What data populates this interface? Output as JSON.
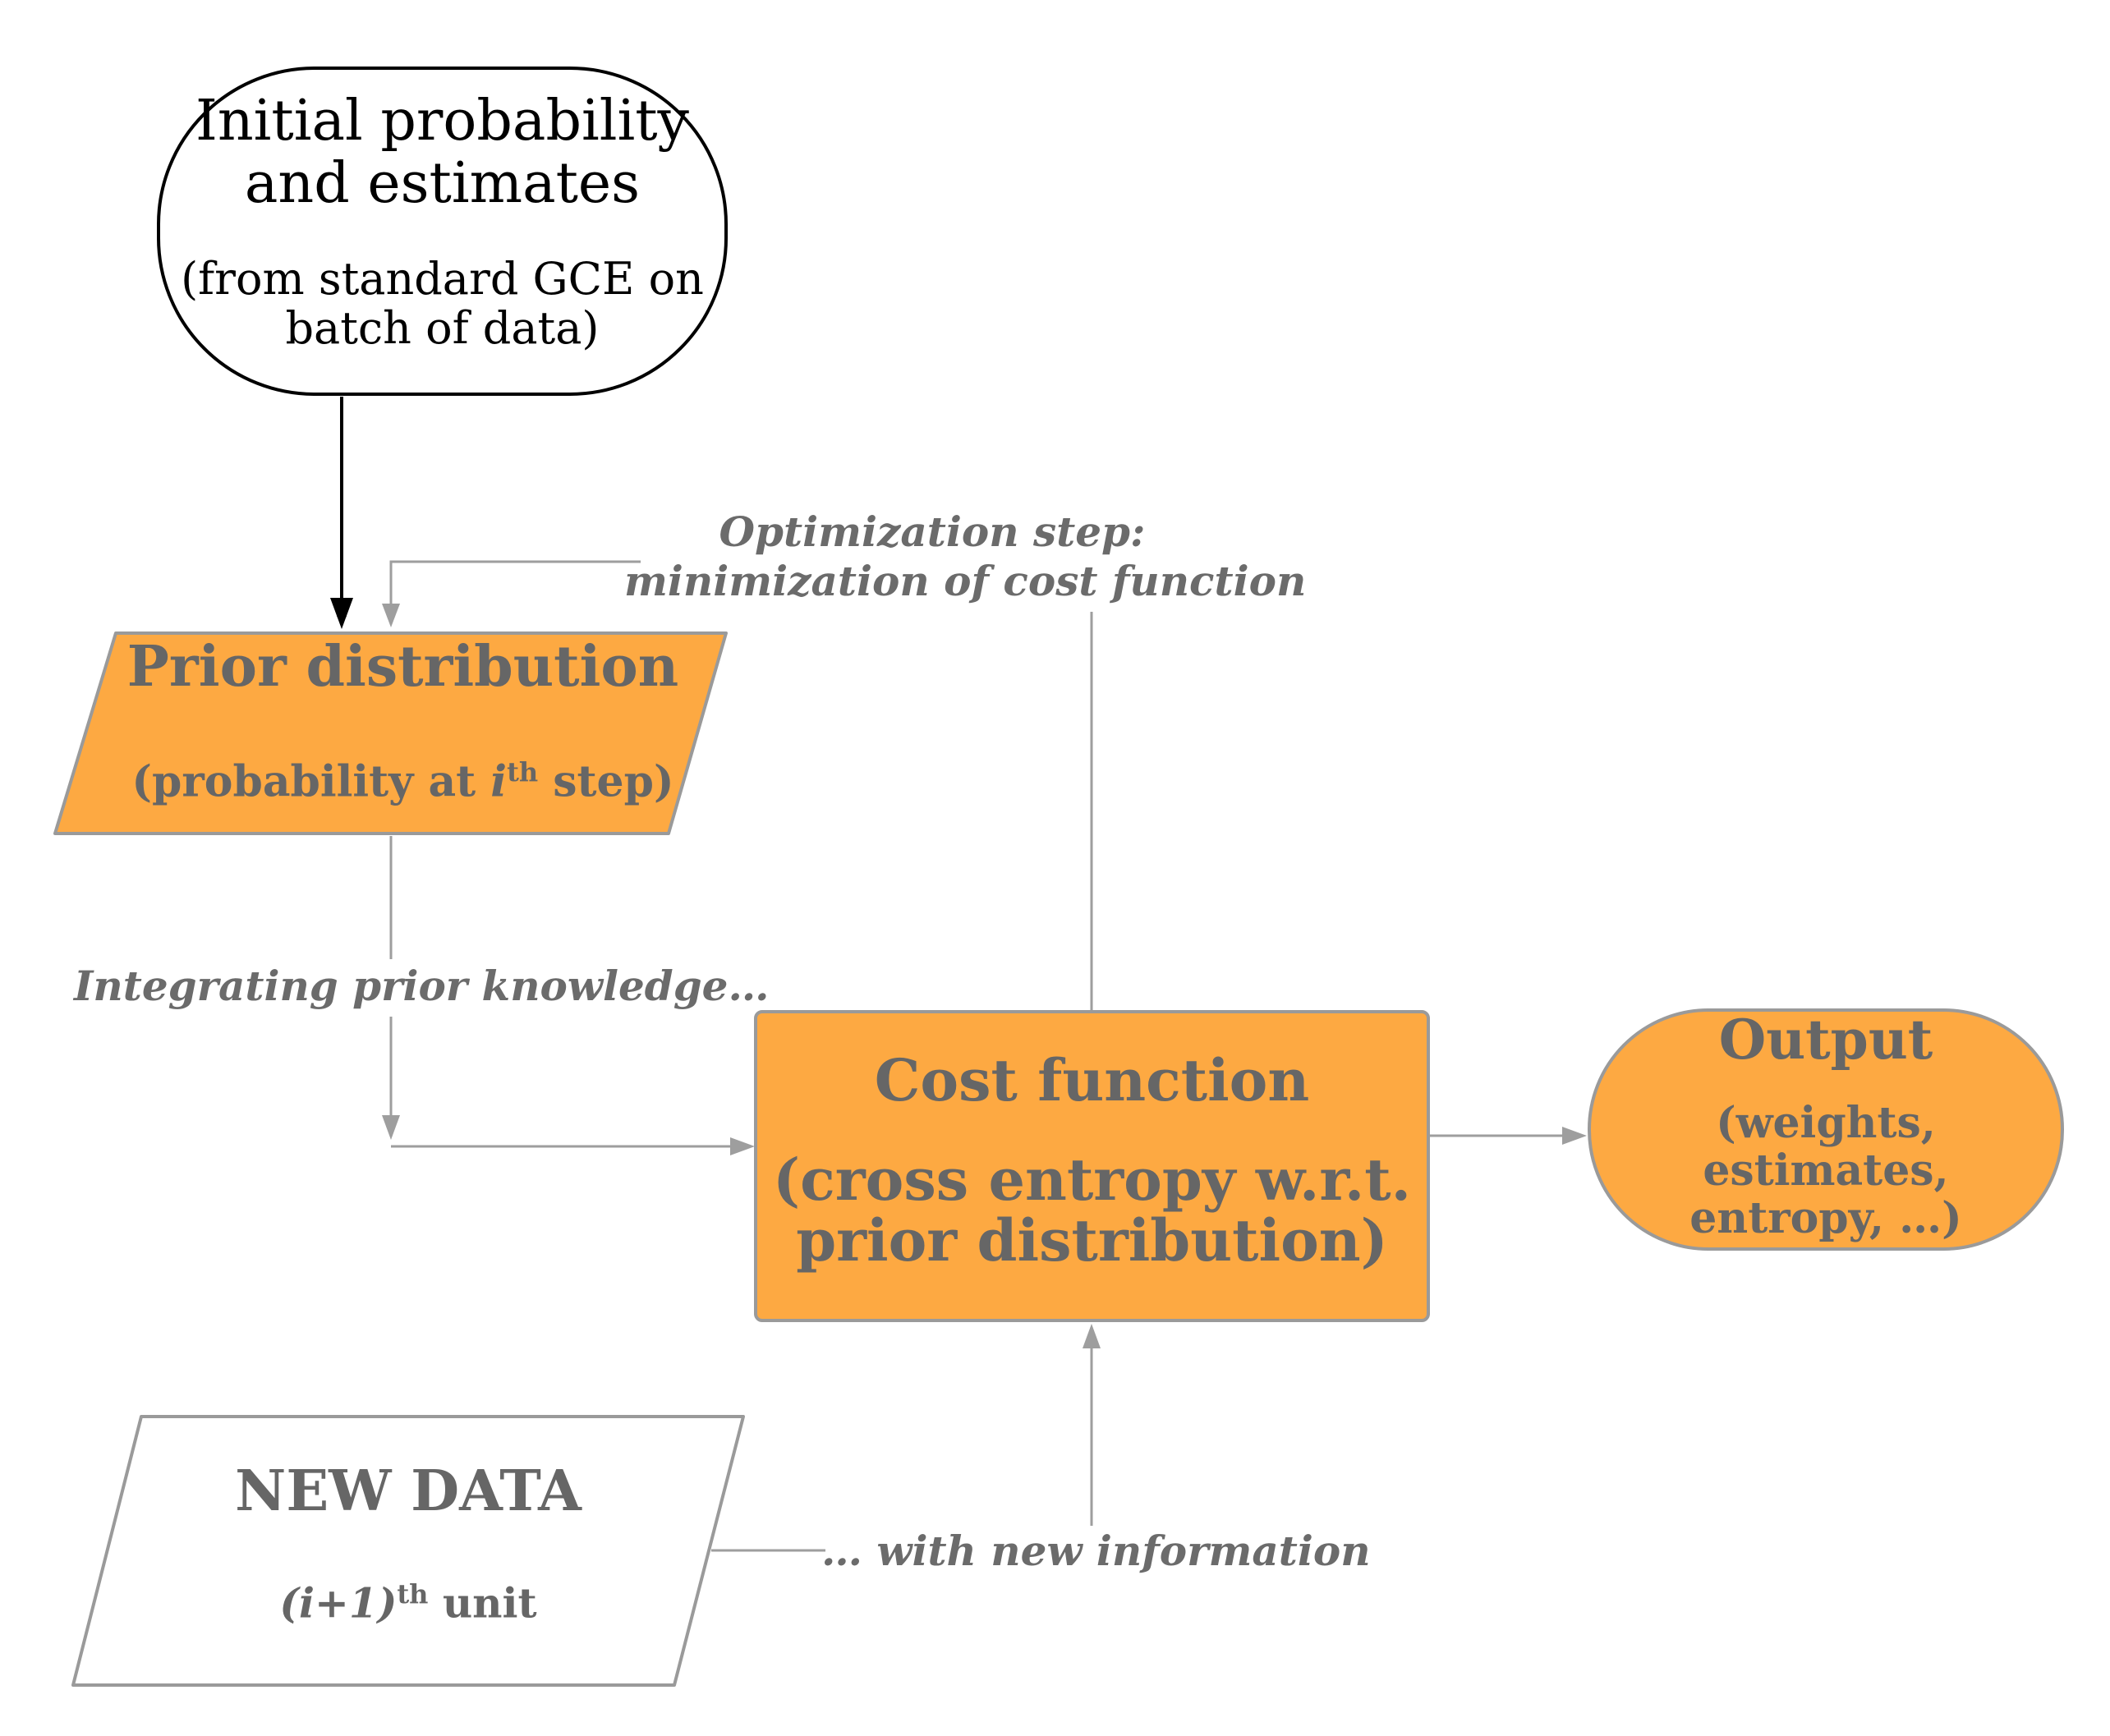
{
  "nodes": {
    "initial": {
      "title_line1": "Initial probability",
      "title_line2": "and estimates",
      "sub_line1": "(from standard GCE on",
      "sub_line2": "batch of data)"
    },
    "prior": {
      "title": "Prior distribution",
      "sub_pre": "(probability at ",
      "sub_i": "i",
      "sub_sup": "th",
      "sub_post": " step)"
    },
    "cost": {
      "title": "Cost function",
      "sub_line1": "(cross entropy w.r.t.",
      "sub_line2": "prior distribution)"
    },
    "output": {
      "title": "Output",
      "sub_line1": "(weights, estimates,",
      "sub_line2": "entropy, …)"
    },
    "newdata": {
      "title": "NEW DATA",
      "sub_i": "(i+1)",
      "sub_sup": "th",
      "sub_post": " unit"
    }
  },
  "labels": {
    "optimization_line1": "Optimization step:",
    "optimization_line2": "minimization of cost function",
    "integrating": "Integrating prior knowledge…",
    "new_information": "… with new information"
  },
  "colors": {
    "orange_fill": "#FDA942",
    "node_stroke": "#9a9a9a",
    "text_grey": "#666666",
    "arrow_grey": "#9e9e9e",
    "arrow_black": "#000000"
  }
}
